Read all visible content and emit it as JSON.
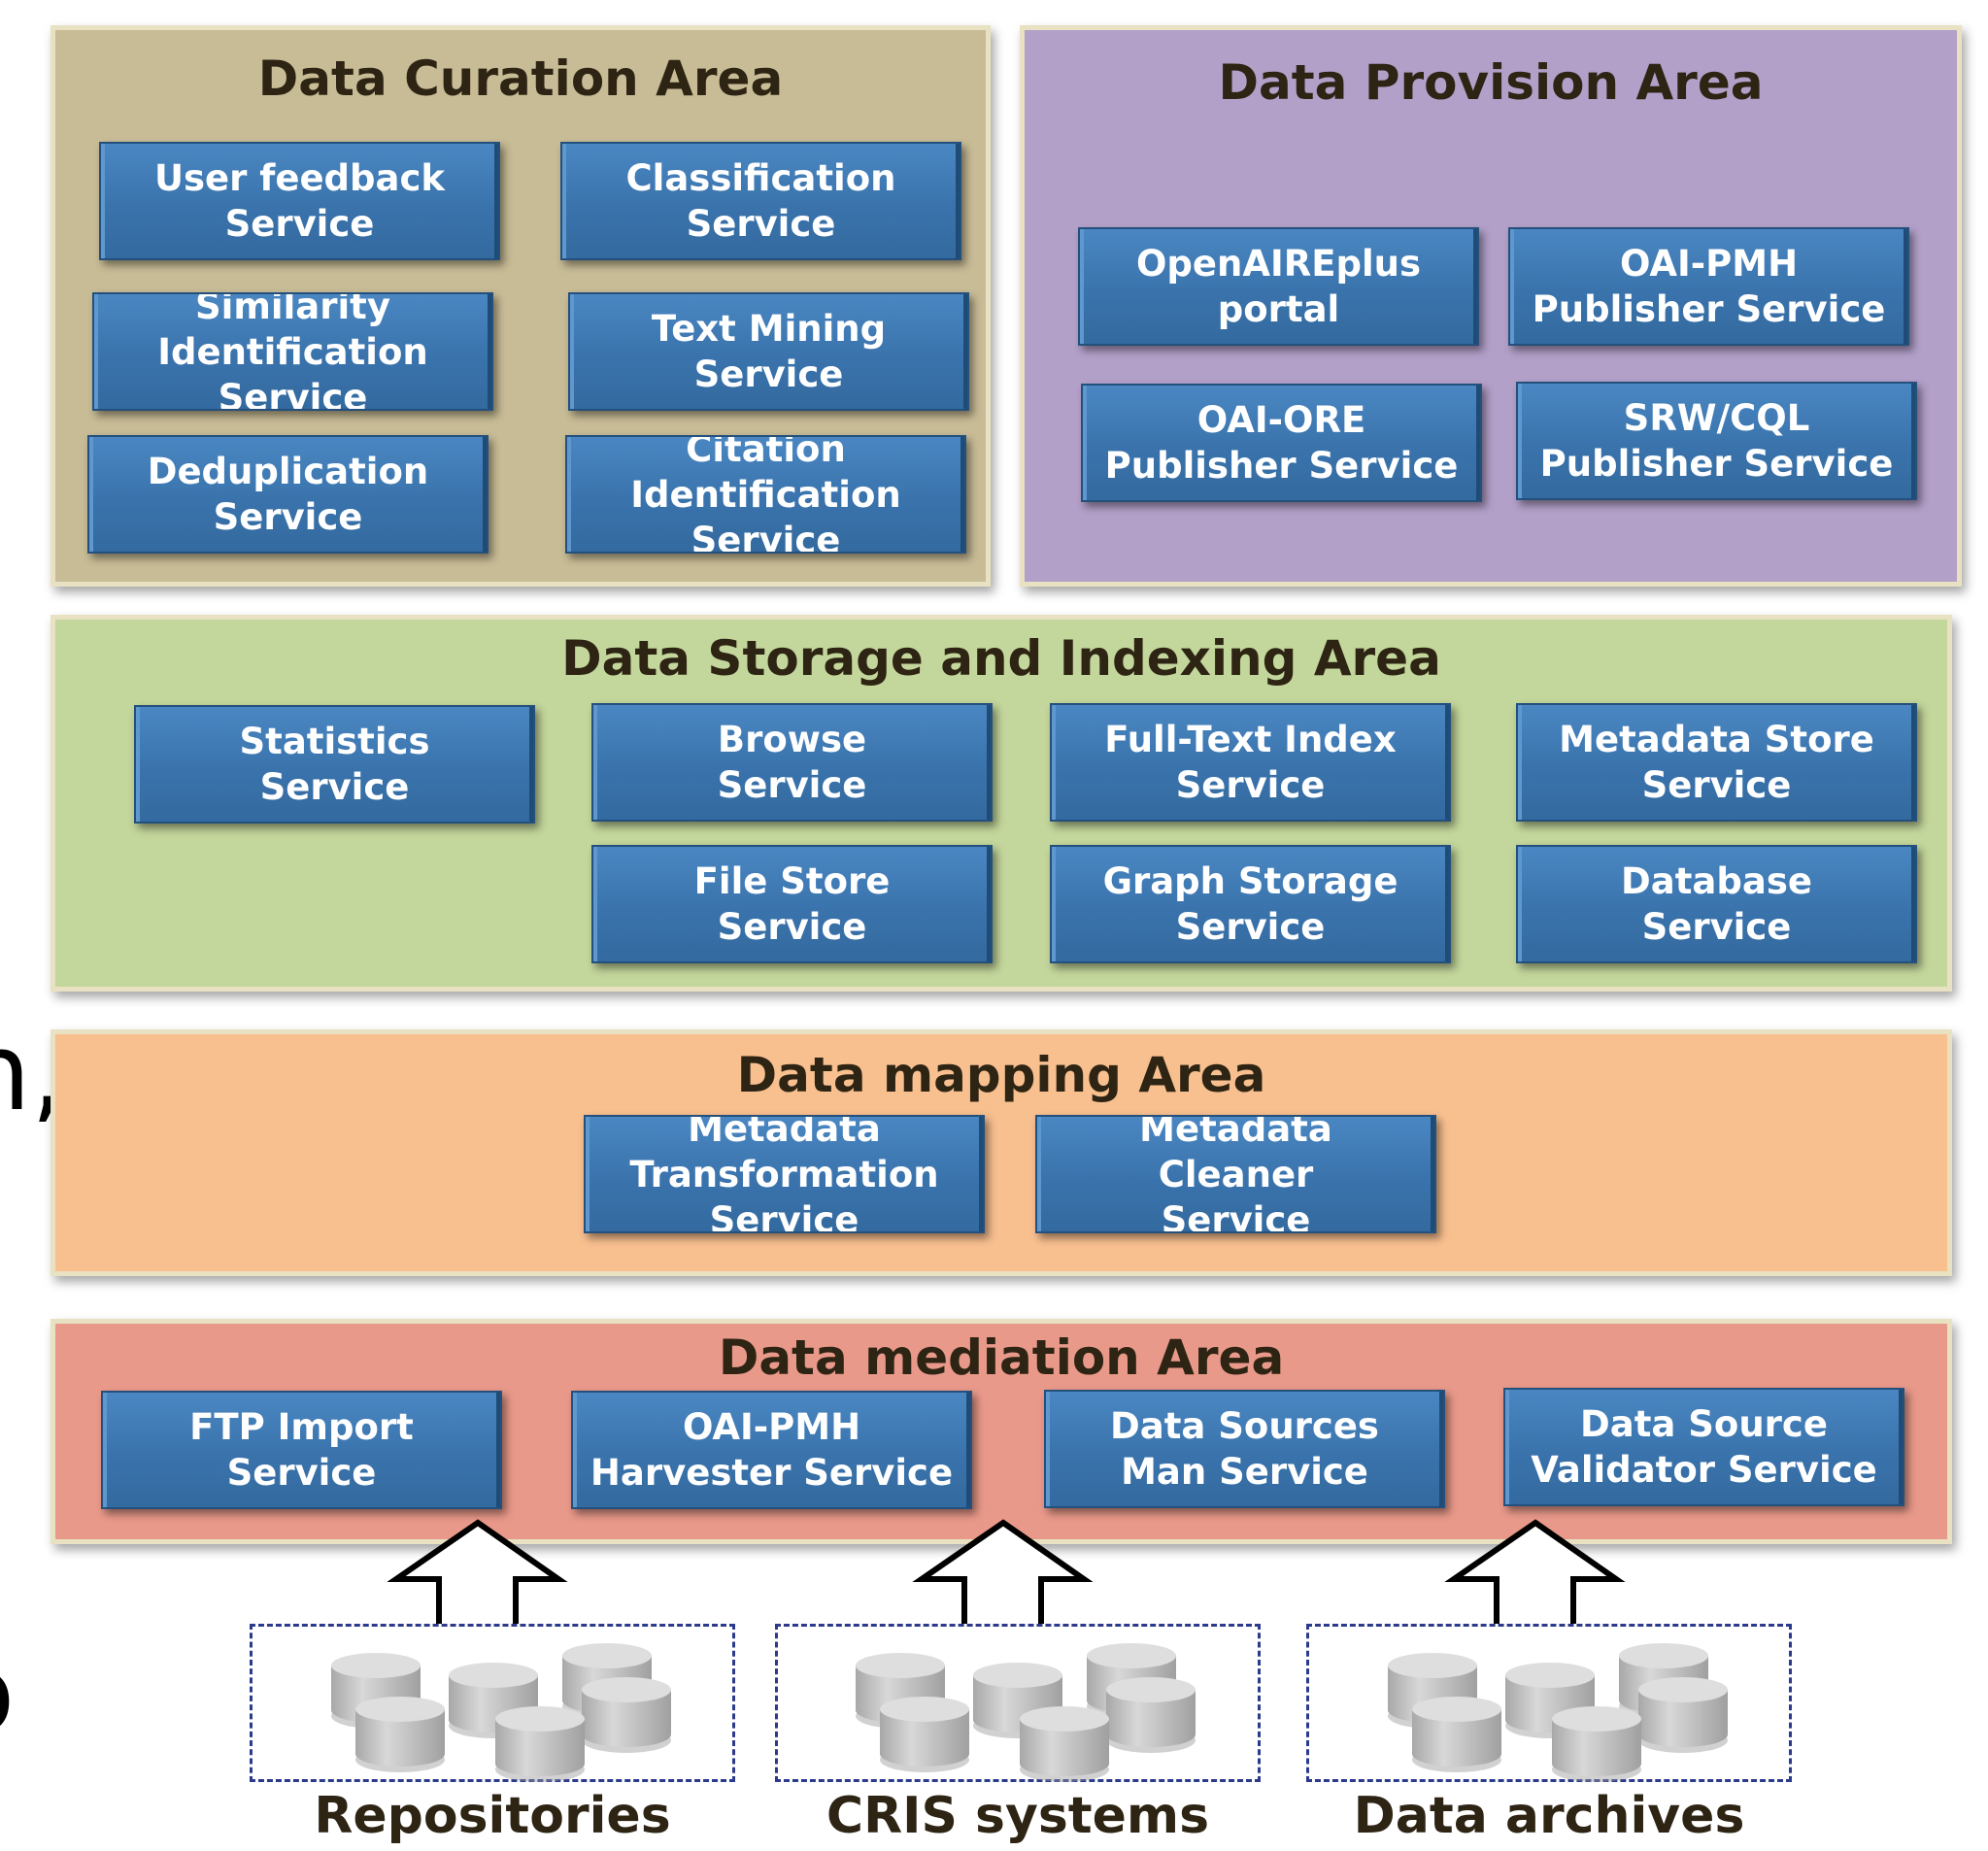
{
  "areas": {
    "curation": {
      "title": "Data Curation Area",
      "color": "#c8bc96",
      "services": [
        "User feedback\nService",
        "Classification\nService",
        "Similarity\nIdentification\nService",
        "Text Mining\nService",
        "Deduplication\nService",
        "Citation\nIdentification\nService"
      ]
    },
    "provision": {
      "title": "Data Provision Area",
      "color": "#b3a0c9",
      "services": [
        "OpenAIREplus\nportal",
        "OAI-PMH\nPublisher Service",
        "OAI-ORE\nPublisher Service",
        "SRW/CQL\nPublisher Service"
      ]
    },
    "storage": {
      "title": "Data Storage and Indexing Area",
      "color": "#c3d69b",
      "services": [
        "Statistics\nService",
        "Browse\nService",
        "Full-Text Index\nService",
        "Metadata Store\nService",
        "File Store\nService",
        "Graph Storage\nService",
        "Database\nService"
      ]
    },
    "mapping": {
      "title": "Data mapping Area",
      "color": "#f8bf8f",
      "services": [
        "Metadata\nTransformation\nService",
        "Metadata\nCleaner\nService"
      ]
    },
    "mediation": {
      "title": "Data mediation Area",
      "color": "#e9998a",
      "services": [
        "FTP Import\nService",
        "OAI-PMH\nHarvester Service",
        "Data Sources\nMan Service",
        "Data Source\nValidator Service"
      ]
    }
  },
  "sources": [
    "Repositories",
    "CRIS systems",
    "Data archives"
  ],
  "colors": {
    "service_box": "#3c77b2",
    "dashed_border": "#2c3a8c",
    "cylinder": "#c8c8c8"
  }
}
